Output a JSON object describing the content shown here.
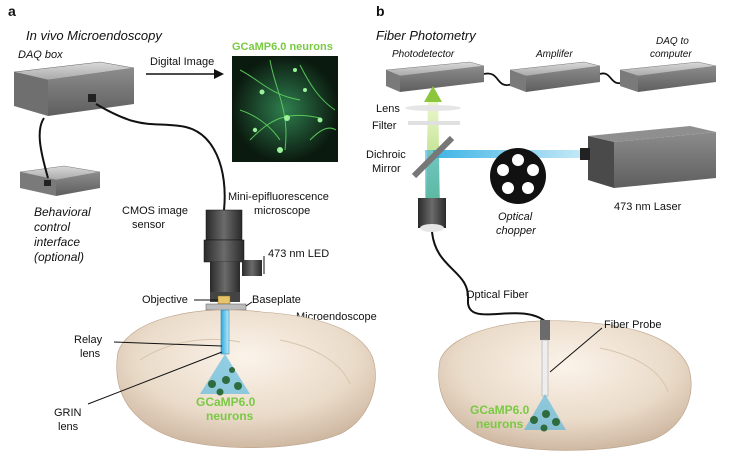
{
  "panel_a": {
    "letter": "a",
    "title": "In vivo Microendoscopy",
    "daq_box": "DAQ box",
    "digital_image": "Digital Image",
    "gcamp_image_title": "GCaMP6.0 neurons",
    "behavioral": [
      "Behavioral",
      "control",
      "interface",
      "(optional)"
    ],
    "cmos": [
      "CMOS image",
      "sensor"
    ],
    "mini_epi": [
      "Mini-epifluorescence",
      "microscope"
    ],
    "led": "473 nm LED",
    "objective": "Objective",
    "baseplate": "Baseplate",
    "microendoscope": "Microendoscope",
    "relay": [
      "Relay",
      "lens"
    ],
    "grin": [
      "GRIN",
      "lens"
    ],
    "neurons": [
      "GCaMP6.0",
      "neurons"
    ]
  },
  "panel_b": {
    "letter": "b",
    "title": "Fiber Photometry",
    "photodetector": "Photodetector",
    "amplifier": "Amplifer",
    "daq_to": [
      "DAQ to",
      "computer"
    ],
    "lens": "Lens",
    "filter": "Filter",
    "dichroic": [
      "Dichroic",
      "Mirror"
    ],
    "laser": "473 nm Laser",
    "chopper": [
      "Optical",
      "chopper"
    ],
    "optical_fiber": "Optical Fiber",
    "fiber_probe": "Fiber Probe",
    "neurons": [
      "GCaMP6.0",
      "neurons"
    ]
  },
  "colors": {
    "label_green": "#7ac943",
    "beam_blue": "#29abe2",
    "beam_green": "#8cc63f",
    "box_gray": "#8a8a8a",
    "brain": "#e8d9c8"
  }
}
